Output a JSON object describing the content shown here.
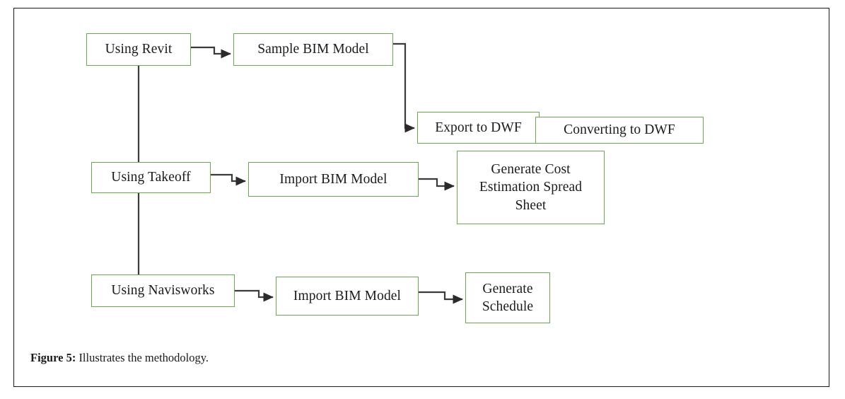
{
  "figure": {
    "caption_label": "Figure 5:",
    "caption_text": " Illustrates the methodology.",
    "page_border_color": "#1a1a1a",
    "node_border_color": "#6aa84f",
    "connector_color": "#333333",
    "background_color": "#ffffff"
  },
  "nodes": {
    "using_revit": "Using Revit",
    "sample_bim_model": "Sample BIM Model",
    "export_to_dwf": "Export to DWF",
    "converting_to_dwf": "Converting to DWF",
    "using_takeoff": "Using Takeoff",
    "import_bim_model_takeoff": "Import BIM Model",
    "generate_cost": "Generate Cost\nEstimation Spread\nSheet",
    "using_navisworks": "Using Navisworks",
    "import_bim_model_navisworks": "Import BIM Model",
    "generate_schedule": "Generate\nSchedule"
  },
  "flow": {
    "branches": [
      {
        "name": "revit-branch",
        "steps": [
          "Using Revit",
          "Sample BIM Model",
          "Export to DWF",
          "Converting to DWF"
        ]
      },
      {
        "name": "takeoff-branch",
        "steps": [
          "Using Takeoff",
          "Import BIM Model",
          "Generate Cost Estimation Spread Sheet"
        ]
      },
      {
        "name": "navisworks-branch",
        "steps": [
          "Using Navisworks",
          "Import BIM Model",
          "Generate Schedule"
        ]
      }
    ],
    "connectors": [
      {
        "from": "Using Revit",
        "to": "Sample BIM Model",
        "style": "elbow-arrow"
      },
      {
        "from": "Sample BIM Model",
        "to": "Export to DWF",
        "style": "elbow-arrow"
      },
      {
        "from": "Using Revit",
        "to": "Using Takeoff",
        "style": "vertical-trunk"
      },
      {
        "from": "Using Takeoff",
        "to": "Using Navisworks",
        "style": "vertical-trunk"
      },
      {
        "from": "Using Takeoff",
        "to": "Import BIM Model",
        "style": "elbow-arrow"
      },
      {
        "from": "Import BIM Model",
        "to": "Generate Cost Estimation Spread Sheet",
        "style": "elbow-arrow"
      },
      {
        "from": "Using Navisworks",
        "to": "Import BIM Model",
        "style": "elbow-arrow"
      },
      {
        "from": "Import BIM Model",
        "to": "Generate Schedule",
        "style": "elbow-arrow"
      }
    ]
  }
}
